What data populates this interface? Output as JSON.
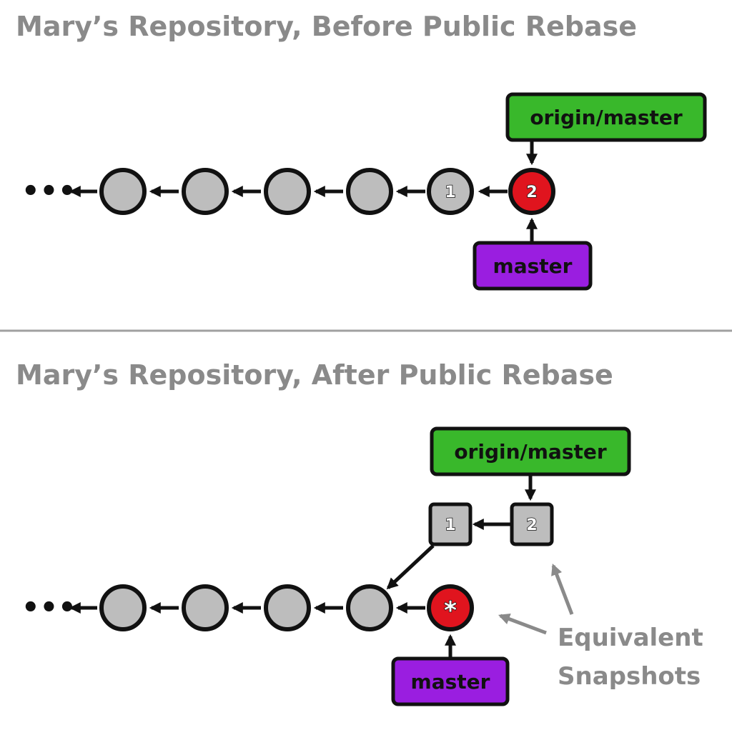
{
  "panels": {
    "before": {
      "title": "Mary’s Repository, Before Public Rebase",
      "ellipsis": "•••",
      "commit_1_label": "1",
      "commit_2_label": "2",
      "origin_ref": "origin/master",
      "master_ref": "master"
    },
    "after": {
      "title": "Mary’s Repository, After Public Rebase",
      "ellipsis": "•••",
      "snapshot_1_label": "1",
      "snapshot_2_label": "2",
      "new_commit_label": "*",
      "origin_ref": "origin/master",
      "master_ref": "master",
      "annotation_line1": "Equivalent",
      "annotation_line2": "Snapshots"
    }
  },
  "colors": {
    "title_gray": "#8a8a8a",
    "commit_gray": "#bdbdbd",
    "commit_red": "#e0141e",
    "origin_green": "#39b82b",
    "master_purple": "#9a1ee0",
    "divider": "#a0a0a0"
  }
}
